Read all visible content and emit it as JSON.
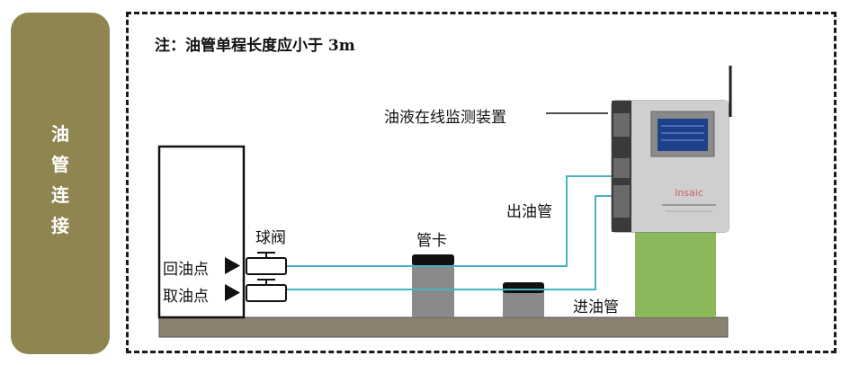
{
  "side_tab": {
    "chars": [
      "油",
      "管",
      "连",
      "接"
    ]
  },
  "note": "注：油管单程长度应小于 3m",
  "labels": {
    "monitor": "油液在线监测装置",
    "outlet_pipe": "出油管",
    "inlet_pipe": "进油管",
    "ball_valve": "球阀",
    "pipe_clamp": "管卡",
    "return_point": "回油点",
    "sample_point": "取油点"
  },
  "device": {
    "brand": "Insaic"
  },
  "colors": {
    "side_tab": "#8f8550",
    "pipe": "#4ab0c8",
    "stand": "#8ab85a",
    "base": "#8c8070",
    "block": "#8a8a8a",
    "clamp": "#111111",
    "device_body": "#b8b8b8",
    "screen": "#1e3f8a"
  }
}
